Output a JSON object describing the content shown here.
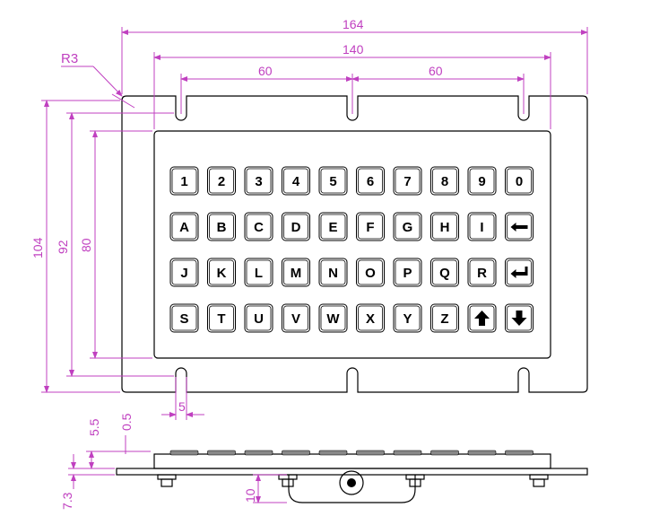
{
  "dimensions": {
    "width_outer": "164",
    "width_inner": "140",
    "spacing_left": "60",
    "spacing_right": "60",
    "height_outer": "104",
    "height_mid": "92",
    "height_inner": "80",
    "corner_radius": "R3",
    "notch_width": "5",
    "side_key_height": "5.5",
    "side_top_gap": "0.5",
    "side_plate": "7.3",
    "side_bottom": "10"
  },
  "keypad": {
    "rows": [
      [
        "1",
        "2",
        "3",
        "4",
        "5",
        "6",
        "7",
        "8",
        "9",
        "0"
      ],
      [
        "A",
        "B",
        "C",
        "D",
        "E",
        "F",
        "G",
        "H",
        "I",
        "backspace-icon"
      ],
      [
        "J",
        "K",
        "L",
        "M",
        "N",
        "O",
        "P",
        "Q",
        "R",
        "enter-icon"
      ],
      [
        "S",
        "T",
        "U",
        "V",
        "W",
        "X",
        "Y",
        "Z",
        "up-arrow-icon",
        "down-arrow-icon"
      ]
    ]
  }
}
